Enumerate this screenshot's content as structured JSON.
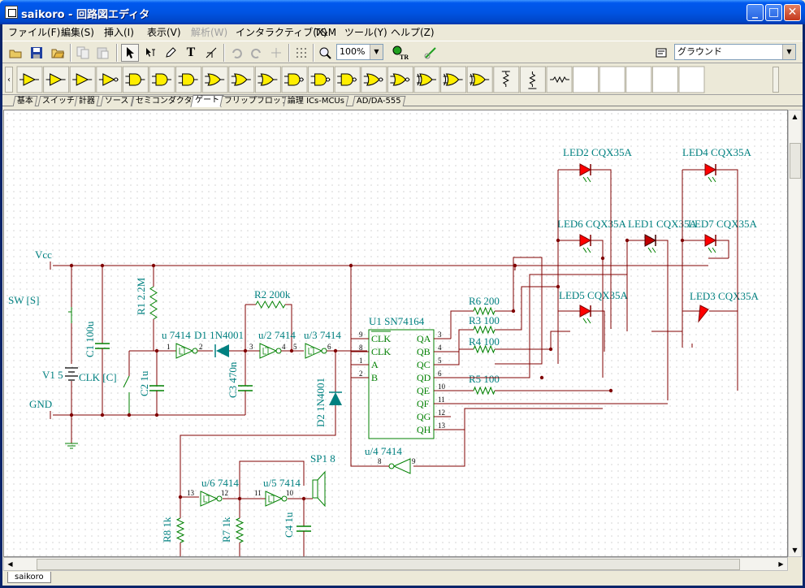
{
  "window": {
    "title": "saikoro - 回路図エディタ",
    "minimize": "_",
    "maximize": "□",
    "close": "✕"
  },
  "menu": [
    {
      "label": "ファイル(F)",
      "enabled": true
    },
    {
      "label": "編集(S)",
      "enabled": true
    },
    {
      "label": "挿入(I)",
      "enabled": true
    },
    {
      "label": "表示(V)",
      "enabled": true
    },
    {
      "label": "解析(W)",
      "enabled": false
    },
    {
      "label": "インタラクティブ(X)",
      "enabled": true
    },
    {
      "label": "T&M",
      "enabled": true
    },
    {
      "label": "ツール(Y)",
      "enabled": true
    },
    {
      "label": "ヘルプ(Z)",
      "enabled": true
    }
  ],
  "toolbar": {
    "zoom": "100%",
    "layer": "グラウンド",
    "text_tool": "T"
  },
  "category_tabs": [
    "基本",
    "スイッチ",
    "計器",
    "ソース",
    "セミコンダクタ",
    "ゲート",
    "フリップフロップ",
    "論理 ICs-MCUs",
    "AD/DA-555"
  ],
  "active_tab": "ゲート",
  "document_tab": "saikoro",
  "schematic": {
    "labels": {
      "vcc": "Vcc",
      "gnd": "GND",
      "sw": "SW [S]",
      "v1": "V1 5",
      "clk": "CLK [C]",
      "c1": "C1 100u",
      "r1": "R1 2.2M",
      "c2": "C2 1u",
      "u1_7414": "u 7414",
      "d1": "D1 1N4001",
      "c3": "C3 470n",
      "r2": "R2 200k",
      "u2": "u/2 7414",
      "u3": "u/3 7414",
      "d2": "D2 1N4001",
      "ic": "U1 SN74164",
      "r6": "R6 200",
      "r3": "R3 100",
      "r4": "R4 100",
      "r5": "R5 100",
      "led2": "LED2 CQX35A",
      "led4": "LED4 CQX35A",
      "led6": "LED6 CQX35A",
      "led1": "LED1 CQX35A",
      "led7": "LED7 CQX35A",
      "led5": "LED5 CQX35A",
      "led3": "LED3 CQX35A",
      "u4": "u/4 7414",
      "sp1": "SP1 8",
      "u6": "u/6 7414",
      "u5": "u/5 7414",
      "r8": "R8 1k",
      "r7": "R7 1k",
      "c4": "C4 1u"
    },
    "ic_pins_left": [
      "CLK",
      "CLK",
      "A",
      "B"
    ],
    "ic_pins_right": [
      "QA",
      "QB",
      "QC",
      "QD",
      "QE",
      "QF",
      "QG",
      "QH"
    ],
    "pin_numbers": {
      "clk_bar": "9",
      "clk": "8",
      "a": "1",
      "b": "2",
      "qa": "3",
      "qb": "4",
      "qc": "5",
      "qd": "6",
      "qe": "10",
      "qf": "11",
      "qg": "12",
      "qh": "13",
      "u1_in": "1",
      "u1_out": "2",
      "u2_in": "3",
      "u2_out": "4",
      "u3_in": "5",
      "u3_out": "6",
      "u4_in": "8",
      "u4_out": "9",
      "u6_in": "13",
      "u6_out": "12",
      "u5_in": "11",
      "u5_out": "10"
    },
    "colors": {
      "wire": "#800000",
      "label": "#008080",
      "component": "#008000",
      "led": "#ff0000",
      "diode": "#008080"
    }
  }
}
